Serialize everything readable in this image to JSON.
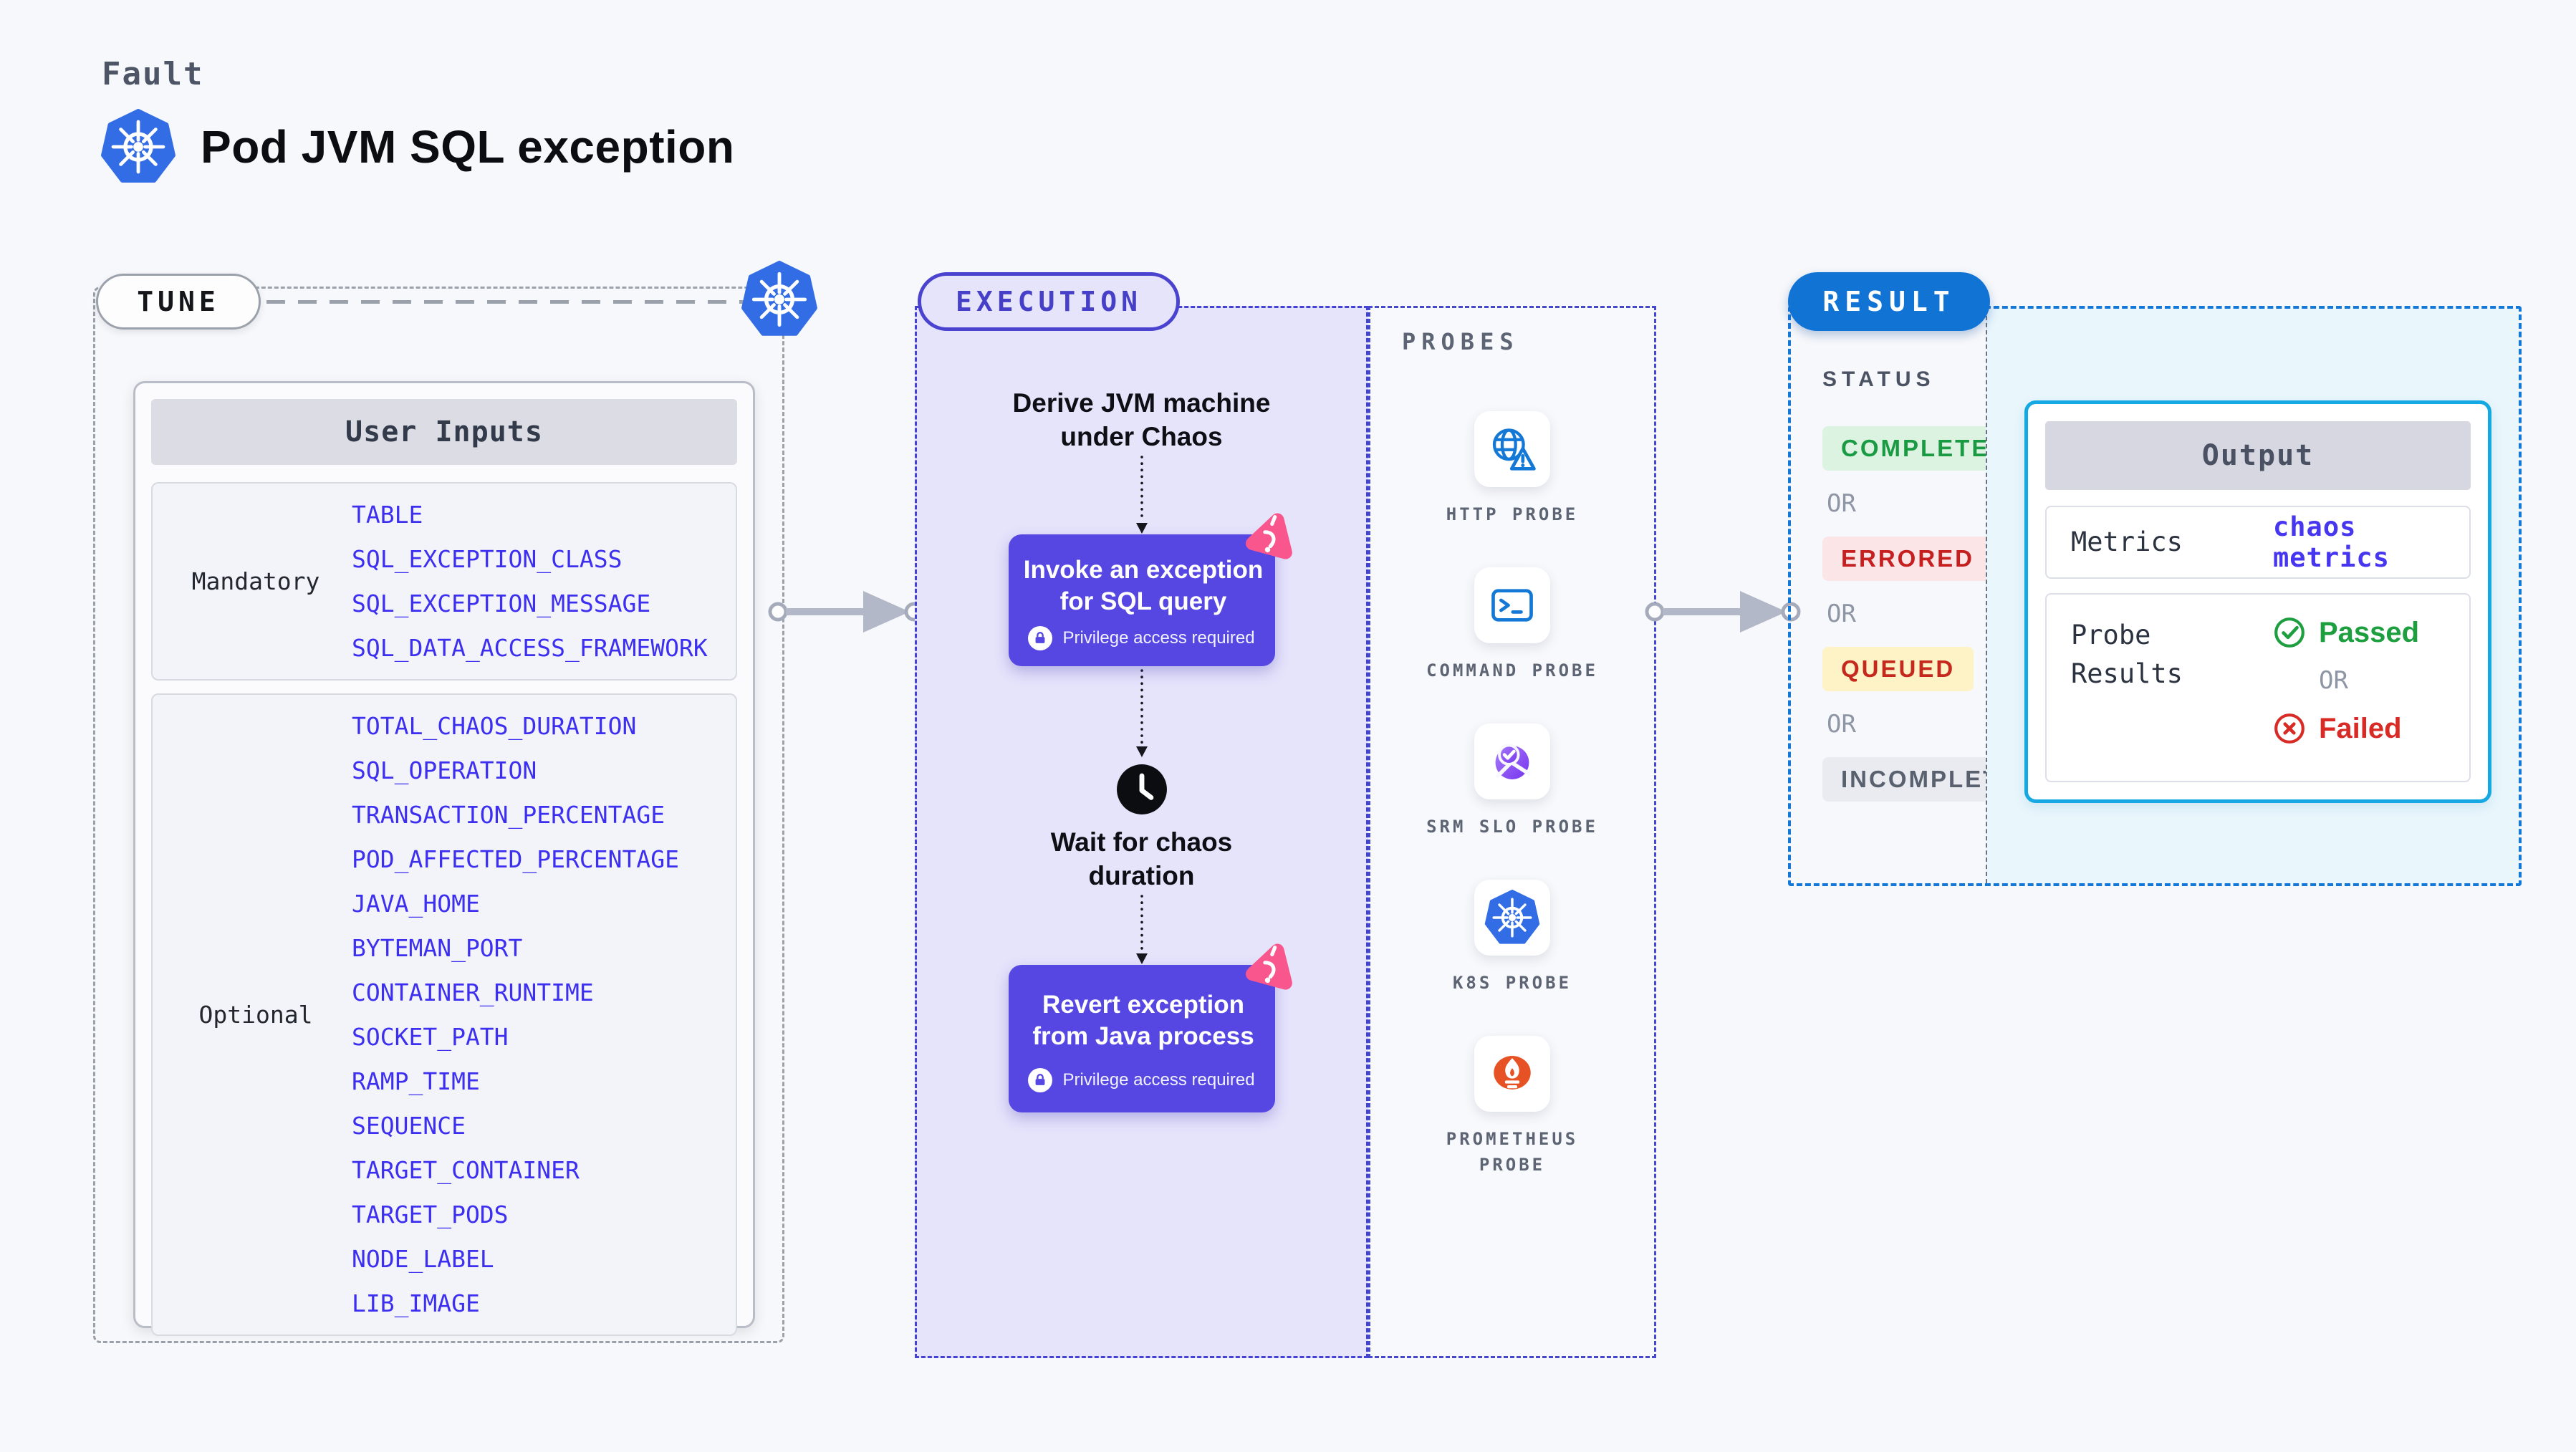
{
  "colors": {
    "page_bg": "#f7f8fb",
    "param_blue": "#3c2ff0",
    "node_indigo": "#5647e2",
    "execution_bg": "#e6e4fb",
    "execution_border": "#4442d4",
    "tune_border": "#9ba1ab",
    "result_blue": "#1173d4",
    "result_border": "#1478d9",
    "output_cyan_border": "#15a8e2",
    "output_area_bg": "#e9f6fc",
    "kubernetes_blue": "#326de6",
    "litmus_pink": "#f8568c",
    "passed_green": "#1d9e3f",
    "failed_red": "#d92b25",
    "prometheus_orange": "#e75225",
    "probe_icon_blue": "#1478d6",
    "completed_green": "#1b9a44",
    "errored_red": "#c51f1f",
    "queued_red": "#c5281c",
    "arrow_gray": "#b3b8c8"
  },
  "header": {
    "eyebrow": "Fault",
    "title": "Pod JVM SQL exception"
  },
  "tune": {
    "label": "TUNE",
    "table_header": "User Inputs",
    "groups": [
      {
        "label": "Mandatory",
        "params": [
          "TABLE",
          "SQL_EXCEPTION_CLASS",
          "SQL_EXCEPTION_MESSAGE",
          "SQL_DATA_ACCESS_FRAMEWORK"
        ]
      },
      {
        "label": "Optional",
        "params": [
          "TOTAL_CHAOS_DURATION",
          "SQL_OPERATION",
          "TRANSACTION_PERCENTAGE",
          "POD_AFFECTED_PERCENTAGE",
          "JAVA_HOME",
          "BYTEMAN_PORT",
          "CONTAINER_RUNTIME",
          "SOCKET_PATH",
          "RAMP_TIME",
          "SEQUENCE",
          "TARGET_CONTAINER",
          "TARGET_PODS",
          "NODE_LABEL",
          "LIB_IMAGE"
        ]
      }
    ]
  },
  "execution": {
    "label": "EXECUTION",
    "derive_text": "Derive JVM machine under Chaos",
    "invoke_title": "Invoke an exception for SQL query",
    "invoke_badge": "Privilege access required",
    "wait_text": "Wait for chaos duration",
    "revert_title": "Revert exception from Java process",
    "revert_badge": "Privilege access required"
  },
  "probes": {
    "label": "PROBES",
    "items": [
      {
        "name": "HTTP PROBE",
        "icon": "globe-alert-icon"
      },
      {
        "name": "COMMAND PROBE",
        "icon": "terminal-icon"
      },
      {
        "name": "SRM SLO PROBE",
        "icon": "slo-gauge-icon"
      },
      {
        "name": "K8S PROBE",
        "icon": "kubernetes-icon"
      },
      {
        "name": "PROMETHEUS PROBE",
        "icon": "prometheus-flame-icon"
      }
    ]
  },
  "result": {
    "label": "RESULT",
    "status_title": "STATUS",
    "or_label": "OR",
    "statuses": [
      {
        "text": "COMPLETED",
        "kind": "completed"
      },
      {
        "text": "ERRORED",
        "kind": "errored"
      },
      {
        "text": "QUEUED",
        "kind": "queued"
      },
      {
        "text": "INCOMPLETED",
        "kind": "incompleted"
      }
    ],
    "output": {
      "header": "Output",
      "metrics_label": "Metrics",
      "metrics_value": "chaos metrics",
      "probe_results_label": "Probe Results",
      "passed": "Passed",
      "failed": "Failed"
    }
  }
}
